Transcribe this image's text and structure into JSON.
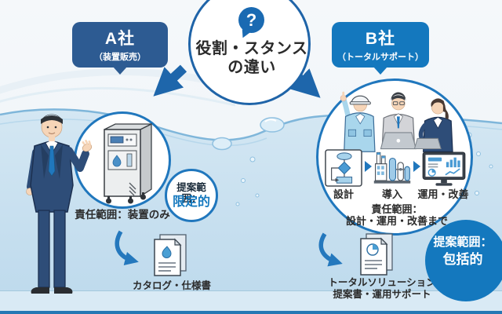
{
  "header": {
    "question_mark": "?",
    "title_line1": "役割・スタンス",
    "title_line2": "の違い"
  },
  "company_a": {
    "name": "A社",
    "subtitle": "（装置販売）",
    "responsibility": "責任範囲：装置のみ",
    "proposal_scope_label": "提案範囲：",
    "proposal_scope_value": "限定的",
    "deliverable": "カタログ・仕様書"
  },
  "company_b": {
    "name": "B社",
    "subtitle": "（トータルサポート）",
    "steps": [
      "設計",
      "導入",
      "運用・改善"
    ],
    "responsibility_line1": "責任範囲：",
    "responsibility_line2": "設計・運用・改善まで",
    "proposal_scope_label": "提案範囲：",
    "proposal_scope_value": "包括的",
    "deliverable_line1": "トータルソリューション",
    "deliverable_line2": "提案書・運用サポート"
  },
  "colors": {
    "company_a_bubble": "#2d5b92",
    "company_b_bubble": "#1478be",
    "circle_border": "#2077bd",
    "arrow_blue": "#1e66ab",
    "highlight_blue": "#1478be",
    "text_dark": "#2b2b2b",
    "water_fill": "#cde3f1"
  }
}
